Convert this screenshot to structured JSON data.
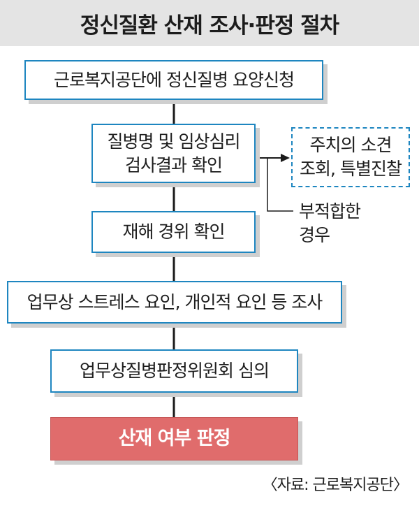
{
  "title": "정신질환 산재 조사·판정 절차",
  "steps": [
    {
      "label": "근로복지공단에 정신질병 요양신청"
    },
    {
      "label": "질병명 및 임상심리\n검사결과 확인"
    },
    {
      "label": "재해 경위 확인"
    },
    {
      "label": "업무상 스트레스 요인, 개인적 요인 등 조사"
    },
    {
      "label": "업무상질병판정위원회 심의"
    },
    {
      "label": "산재 여부 판정"
    }
  ],
  "side_box": {
    "label": "주치의 소견\n조회, 특별진찰"
  },
  "branch_note": "부적합한\n경우",
  "source": "〈자료: 근로복지공단〉",
  "colors": {
    "box_border": "#1e86c0",
    "final_fill": "#e06c6c",
    "title_bg": "#e4e4e4",
    "connector": "#1a1a1a"
  }
}
